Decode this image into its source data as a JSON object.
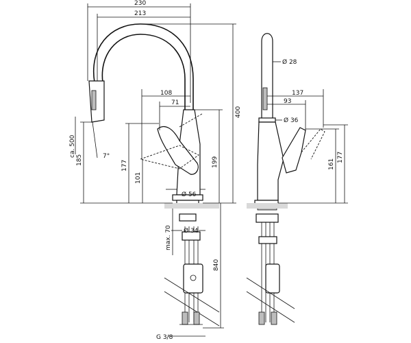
{
  "dimensions": {
    "front_width_outer": "230",
    "front_width_inner": "213",
    "front_spout_reach": "108",
    "front_handle_offset": "71",
    "front_height_total": "400",
    "front_height_handle": "199",
    "front_height_177": "177",
    "front_height_101": "101",
    "front_height_185": "185",
    "front_pullout": "ca. 500",
    "front_angle": "7°",
    "front_base_dia": "Ø 56",
    "front_hole_dia": "Ø 34",
    "front_max_deck": "max. 70",
    "front_hose_length": "840",
    "front_thread": "G 3/8",
    "side_spout_dia": "Ø 28",
    "side_body_dia": "Ø 36",
    "side_width_137": "137",
    "side_width_93": "93",
    "side_height_161": "161",
    "side_height_177": "177"
  }
}
